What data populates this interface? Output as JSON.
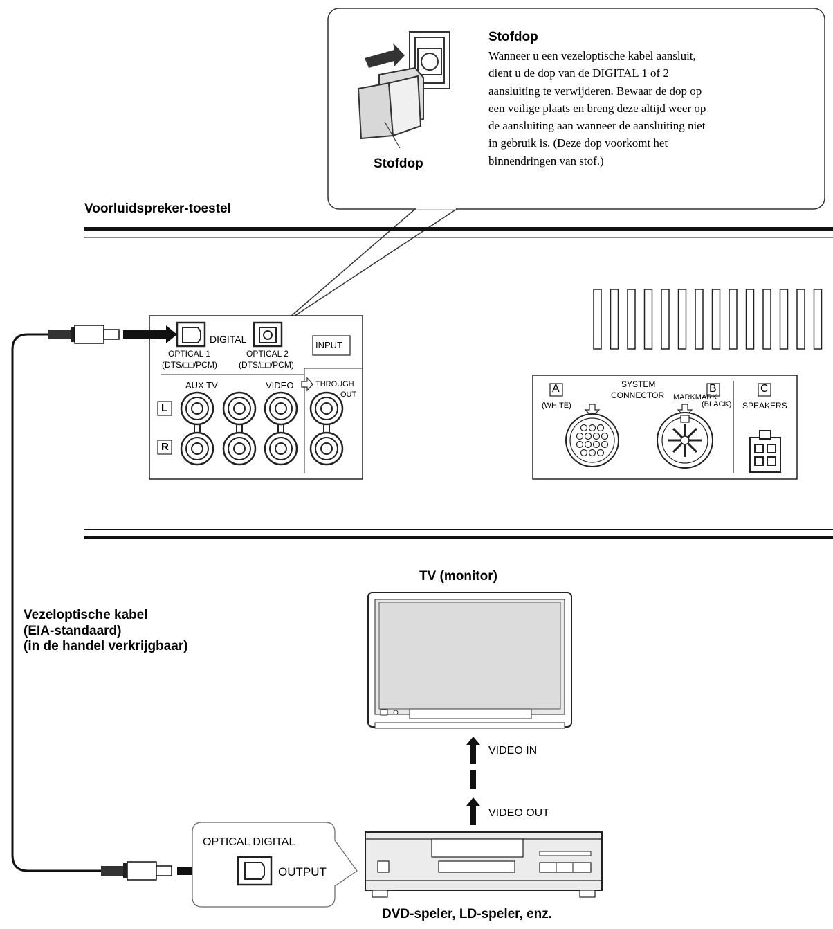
{
  "callout": {
    "heading": "Stofdop",
    "body_lines": [
      "Wanneer u een vezeloptische kabel aansluit,",
      "dient u de dop van de DIGITAL 1 of 2",
      "aansluiting te verwijderen. Bewaar de dop op",
      "een veilige plaats en breng deze altijd weer op",
      "de aansluiting aan wanneer de aansluiting niet",
      "in gebruik is. (Deze dop voorkomt het",
      "binnendringen van stof.)"
    ],
    "image_label": "Stofdop"
  },
  "section_title": "Voorluidspreker-toestel",
  "panel": {
    "digital_label": "DIGITAL",
    "optical1": "OPTICAL 1",
    "optical1_sub": "(DTS/□□/PCM)",
    "optical2": "OPTICAL 2",
    "optical2_sub": "(DTS/□□/PCM)",
    "input_label": "INPUT",
    "aux_tv": "AUX TV",
    "video": "VIDEO",
    "through": "THROUGH",
    "out": "OUT",
    "left": "L",
    "right": "R"
  },
  "system": {
    "a_letter": "A",
    "a_sub": "(WHITE)",
    "system_label": "SYSTEM",
    "connector_label": "CONNECTOR",
    "b_letter": "B",
    "b_mark": "MARKMARK",
    "b_sub": "(BLACK)",
    "c_letter": "C",
    "speakers_label": "SPEAKERS"
  },
  "cable_label": [
    "Vezeloptische kabel",
    "(EIA-standaard)",
    "(in de handel verkrijgbaar)"
  ],
  "tv_label": "TV (monitor)",
  "video_in": "VIDEO IN",
  "video_out": "VIDEO OUT",
  "output_box": {
    "optical_digital": "OPTICAL DIGITAL",
    "output": "OUTPUT"
  },
  "player_label": "DVD-speler, LD-speler, enz."
}
